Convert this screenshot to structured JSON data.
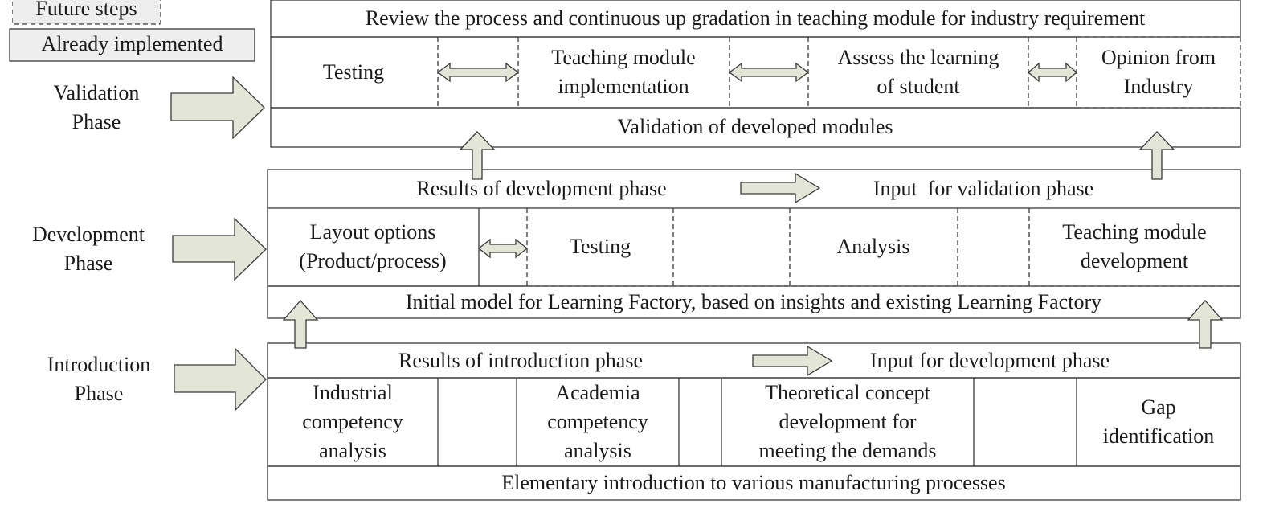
{
  "legend": {
    "future_steps": "Future steps",
    "already_implemented": "Already implemented"
  },
  "phases": {
    "validation": "Validation\nPhase",
    "development": "Development\nPhase",
    "introduction": "Introduction\nPhase"
  },
  "validation": {
    "top_banner": "Review the process and continuous up gradation in teaching module for industry requirement",
    "boxes": [
      "Testing",
      "Teaching module\nimplementation",
      "Assess the learning\nof student",
      "Opinion from\nIndustry"
    ],
    "bottom_banner": "Validation of developed modules"
  },
  "development": {
    "results": "Results of development phase",
    "input": "Input  for validation phase",
    "boxes": [
      "Layout options\n(Product/process)",
      "Testing",
      "Analysis",
      "Teaching module\ndevelopment"
    ],
    "bottom_banner": "Initial model for Learning Factory, based on insights and existing Learning Factory"
  },
  "introduction": {
    "results": "Results of introduction phase",
    "input": "Input for development phase",
    "boxes": [
      "Industrial\ncompetency\nanalysis",
      "Academia\ncompetency\nanalysis",
      "Theoretical concept\ndevelopment for\nmeeting the demands",
      "Gap\nidentification"
    ],
    "bottom_banner": "Elementary introduction to various manufacturing processes"
  },
  "colors": {
    "line": "#3a3a3a",
    "arrow_fill": "#e3e6d6",
    "legend_fill": "#eeeeee"
  }
}
